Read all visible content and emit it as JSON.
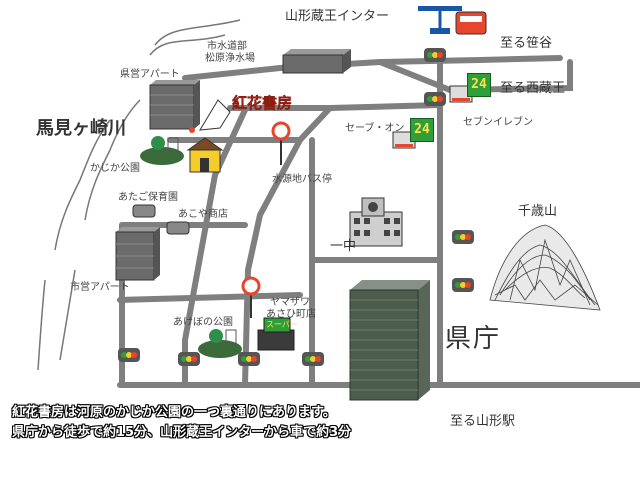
{
  "landmarks": {
    "interchange": "山形蔵王インター",
    "waterworks_1": "市水道部",
    "waterworks_2": "松原浄水場",
    "pref_apartment": "県営アパート",
    "river": "馬見ヶ崎川",
    "park_kajika": "かじか公園",
    "shop": "紅花書房",
    "seven_eleven_on": "セーブ・オン",
    "seven_eleven": "セブンイレブン",
    "bus_stop": "水源地バス停",
    "nursery": "あたご保育園",
    "store": "あこや商店",
    "middle_school": "一中",
    "city_apartment": "市営アパート",
    "park_akebono": "あけぼの公園",
    "yamazawa_1": "ヤマザワ",
    "yamazawa_2": "あさひ町店",
    "supermarket": "スーパー",
    "mountain": "千歳山",
    "pref_office": "県庁",
    "to_sasaya": "至る笹谷",
    "to_nishizao": "至る西蔵王",
    "to_station": "至る山形駅",
    "badge_24": "24"
  },
  "notes": {
    "line1": "紅花書房は河原のかじか公園の一つ裏通りにあります。",
    "line2": "県庁から徒歩で約15分、山形蔵王インターから車で約3分"
  },
  "colors": {
    "road": "#7f7f7f",
    "building": "#6b6b6b",
    "highlight": "#e8452e",
    "green_building": "#4d5d4d",
    "seven_green": "#2f9f3a"
  }
}
